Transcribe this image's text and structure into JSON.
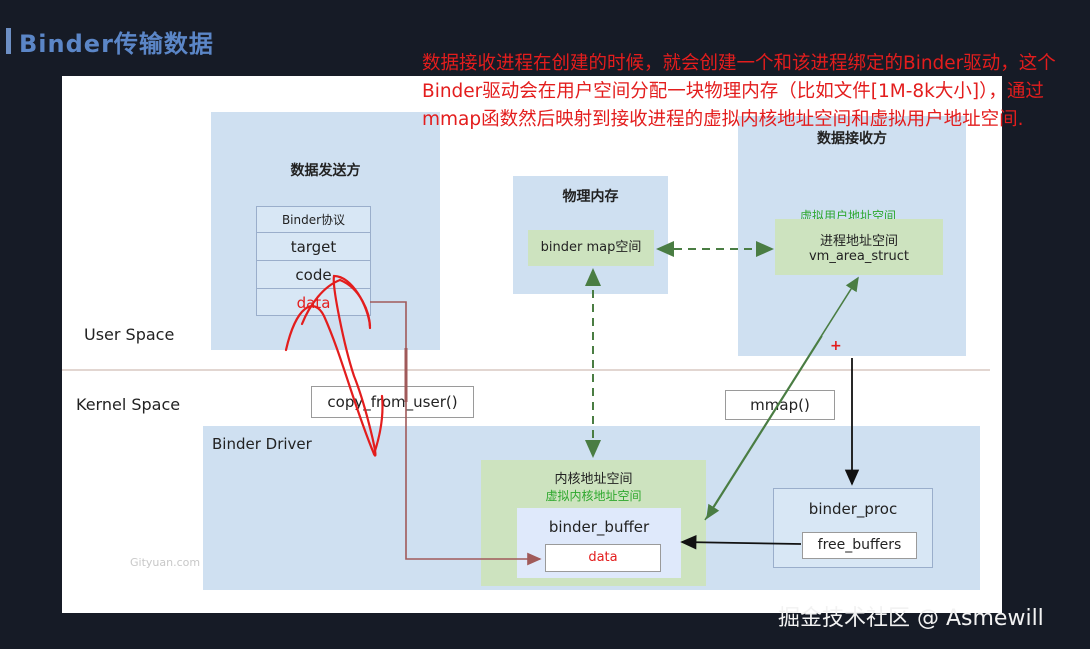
{
  "slide": {
    "title": "Binder传输数据"
  },
  "note": {
    "text": "数据接收进程在创建的时候，就会创建一个和该进程绑定的Binder驱动，这个Binder驱动会在用户空间分配一块物理内存（比如文件[1M-8k大小]），通过mmap函数然后映射到接收进程的虚拟内核地址空间和虚拟用户地址空间."
  },
  "diagram": {
    "sender": {
      "title": "数据发送方",
      "protocol_rows": [
        "Binder协议",
        "target",
        "code",
        "data"
      ]
    },
    "physical_memory": {
      "title": "物理内存",
      "map_space": "binder map空间"
    },
    "receiver": {
      "title": "数据接收方",
      "virtual_user_label": "虚拟用户地址空间",
      "process_space_line1": "进程地址空间",
      "process_space_line2": "vm_area_struct"
    },
    "user_space": "User Space",
    "kernel_space": "Kernel Space",
    "copy_from_user": "copy_from_user()",
    "mmap": "mmap()",
    "binder_driver": "Binder Driver",
    "kernel_addr": {
      "title": "内核地址空间",
      "virtual_kernel_label": "虚拟内核地址空间",
      "buffer": "binder_buffer",
      "buffer_data": "data"
    },
    "binder_proc": {
      "title": "binder_proc",
      "free_buffers": "free_buffers"
    },
    "plus_mark": "+",
    "credit": "Gityuan.com"
  },
  "watermark": "掘金技术社区 @ Asmewill",
  "colors": {
    "blue_box": "#cfe0f1",
    "green_box": "#cde3bf",
    "note_red": "#e31d1d",
    "label_green": "#2ea82e",
    "arrow_dark_red": "#a05a5a"
  }
}
